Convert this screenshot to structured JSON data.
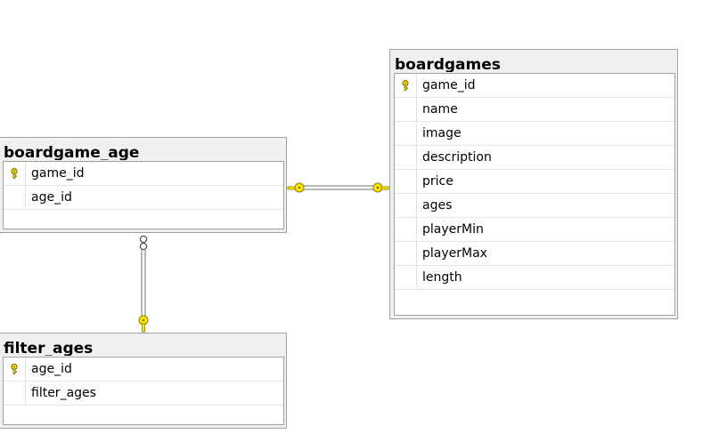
{
  "tables": {
    "boardgames": {
      "title": "boardgames",
      "columns": [
        {
          "name": "game_id",
          "icon": "key-icon"
        },
        {
          "name": "name"
        },
        {
          "name": "image"
        },
        {
          "name": "description"
        },
        {
          "name": "price"
        },
        {
          "name": "ages"
        },
        {
          "name": "playerMin"
        },
        {
          "name": "playerMax"
        },
        {
          "name": "length"
        }
      ]
    },
    "boardgame_age": {
      "title": "boardgame_age",
      "columns": [
        {
          "name": "game_id",
          "icon": "key-icon"
        },
        {
          "name": "age_id"
        }
      ]
    },
    "filter_ages": {
      "title": "filter_ages",
      "columns": [
        {
          "name": "age_id",
          "icon": "key-icon"
        },
        {
          "name": "filter_ages"
        }
      ]
    }
  },
  "relationships": [
    {
      "from": "boardgame_age",
      "to": "boardgames",
      "from_end": "key",
      "to_end": "key"
    },
    {
      "from": "boardgame_age",
      "to": "filter_ages",
      "from_end": "infinity",
      "to_end": "key"
    }
  ],
  "colors": {
    "key_fill": "#ffe800",
    "key_stroke": "#8a7a00",
    "line": "#707070"
  }
}
